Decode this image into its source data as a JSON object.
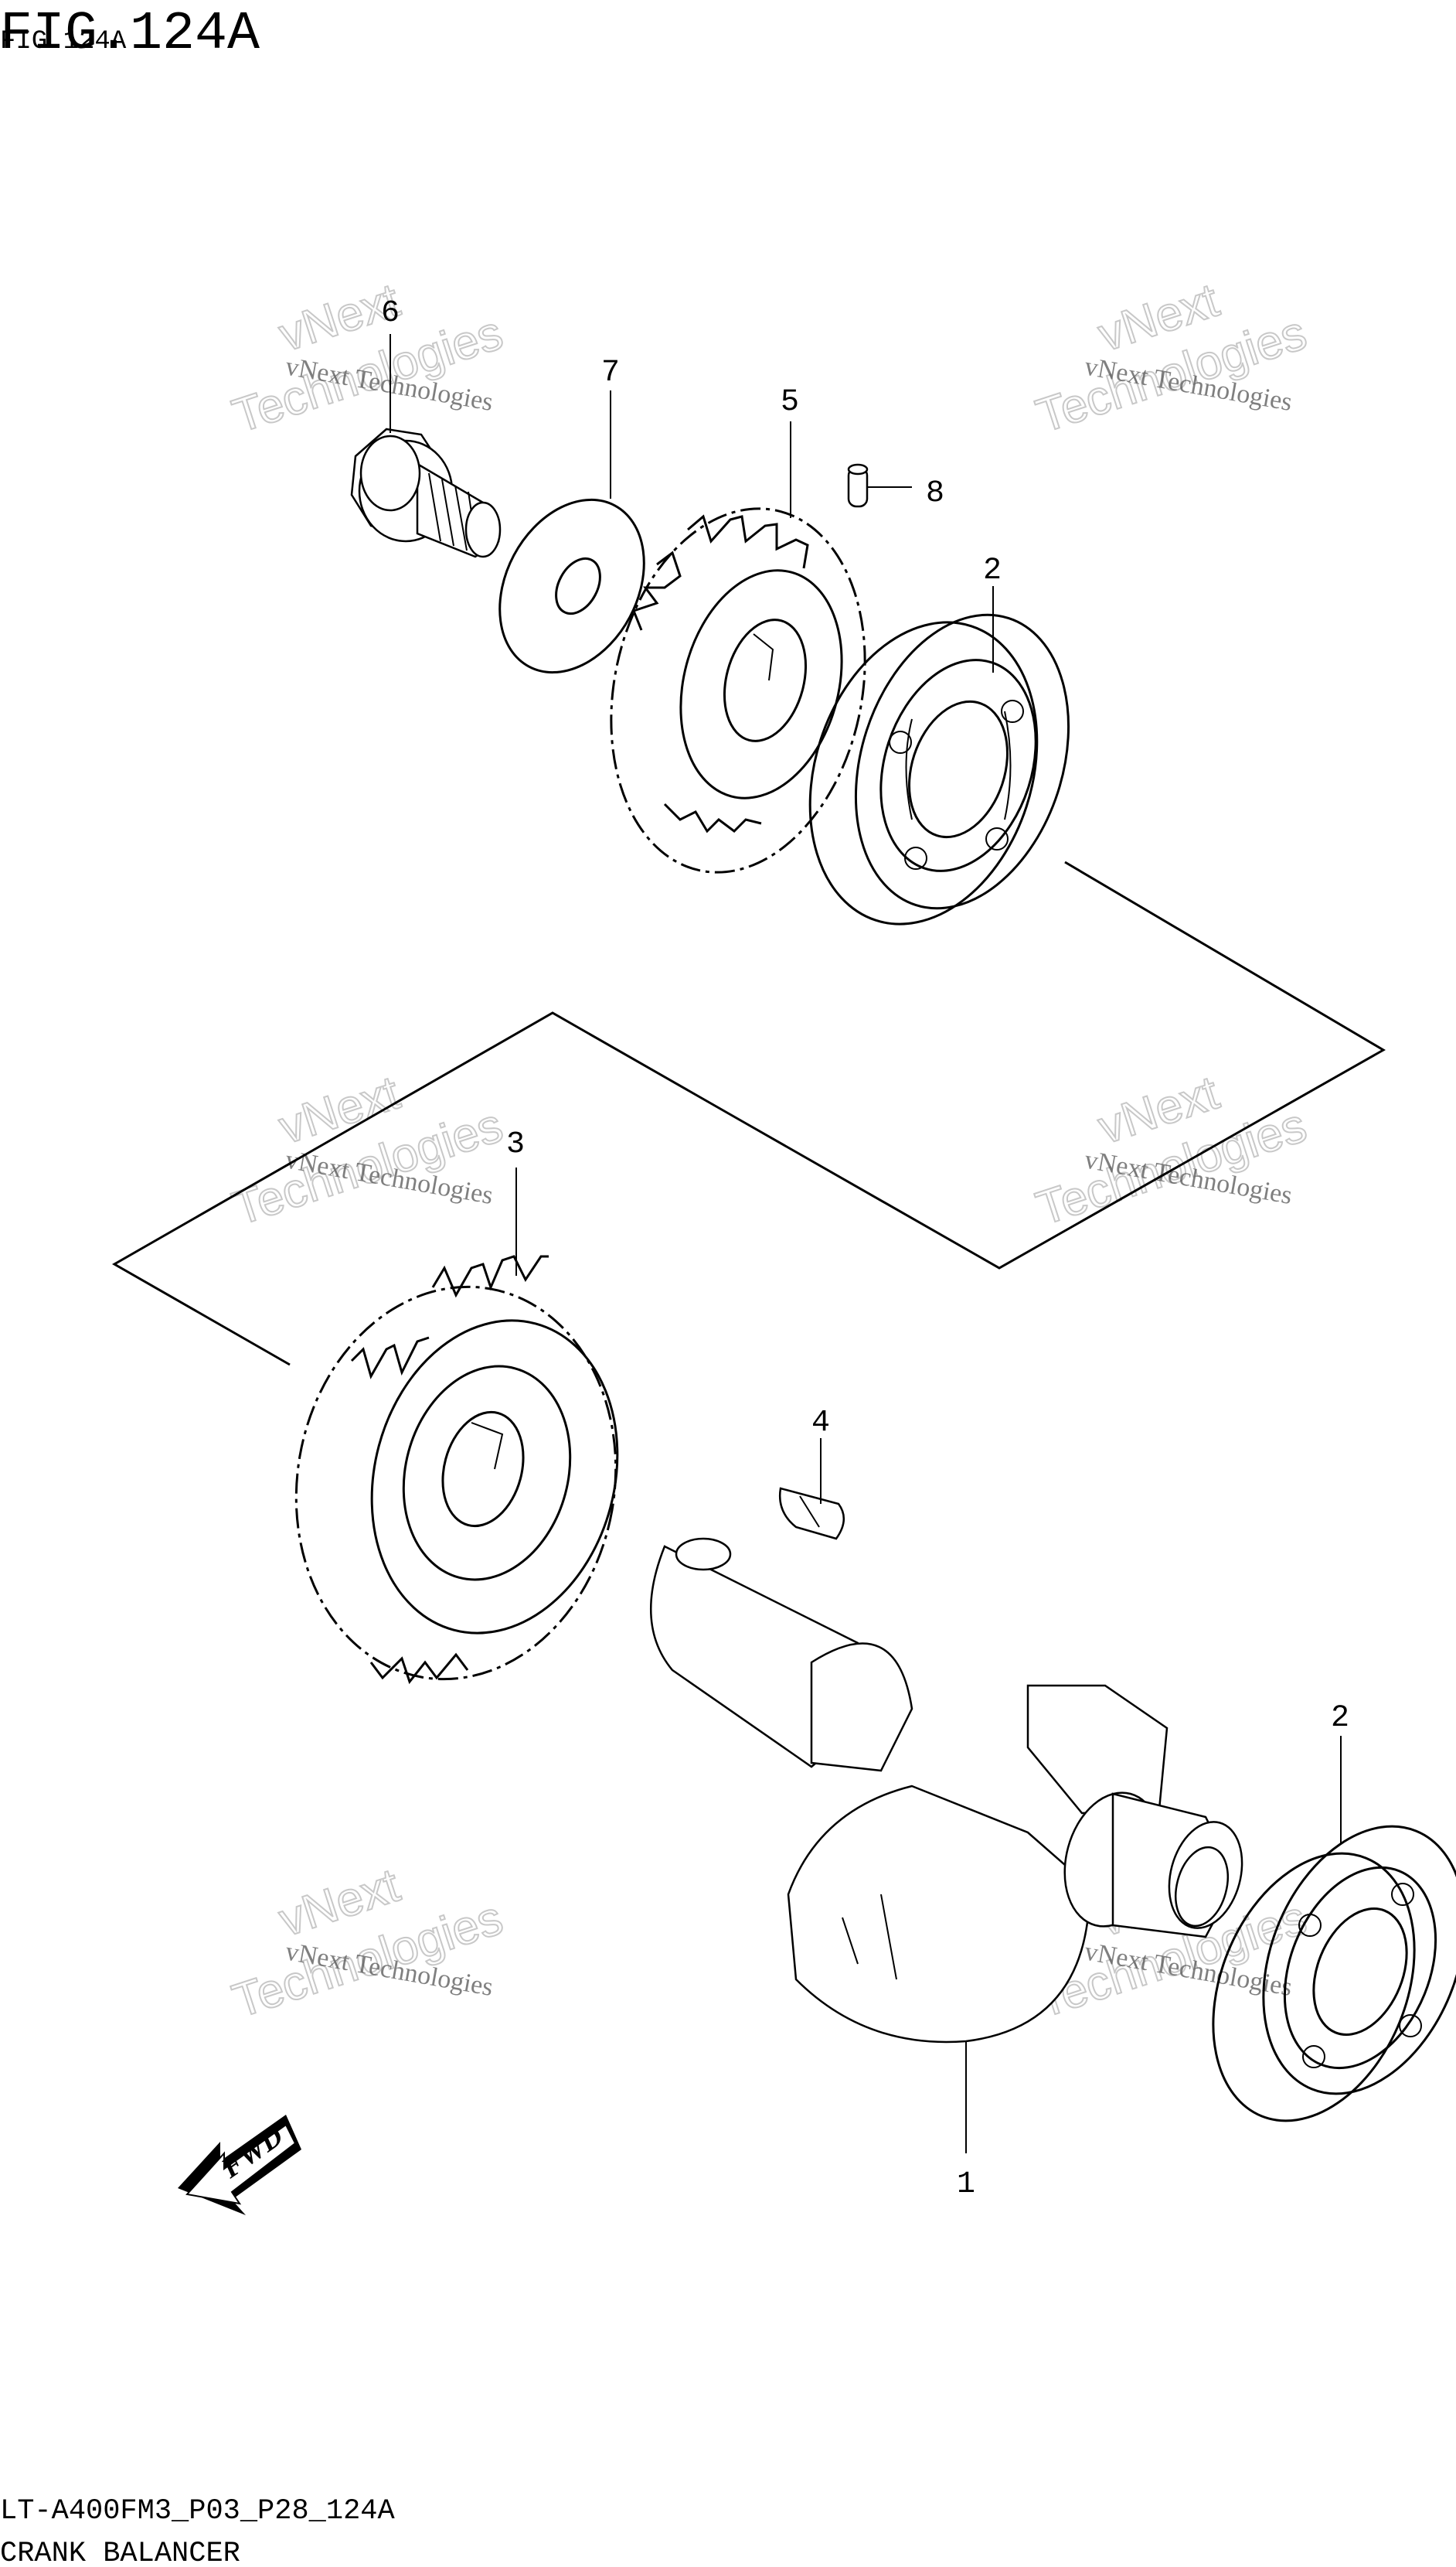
{
  "header": {
    "fig_title": "FIG.124A",
    "fig_title_overlay": "FIG.124A"
  },
  "footer": {
    "code": "LT-A400FM3_P03_P28_124A",
    "section": "CRANK BALANCER"
  },
  "callouts": [
    {
      "id": "6",
      "label": "6"
    },
    {
      "id": "7",
      "label": "7"
    },
    {
      "id": "5",
      "label": "5"
    },
    {
      "id": "8",
      "label": "8"
    },
    {
      "id": "2a",
      "label": "2"
    },
    {
      "id": "3",
      "label": "3"
    },
    {
      "id": "4",
      "label": "4"
    },
    {
      "id": "2b",
      "label": "2"
    },
    {
      "id": "1",
      "label": "1"
    }
  ],
  "watermark": {
    "line1": "vNext Technologies",
    "line2": "vNext",
    "line3": "Technologies"
  },
  "fwd_badge": "FWD",
  "colors": {
    "line": "#000000",
    "background": "#ffffff",
    "watermark": "#bbbbbb"
  }
}
